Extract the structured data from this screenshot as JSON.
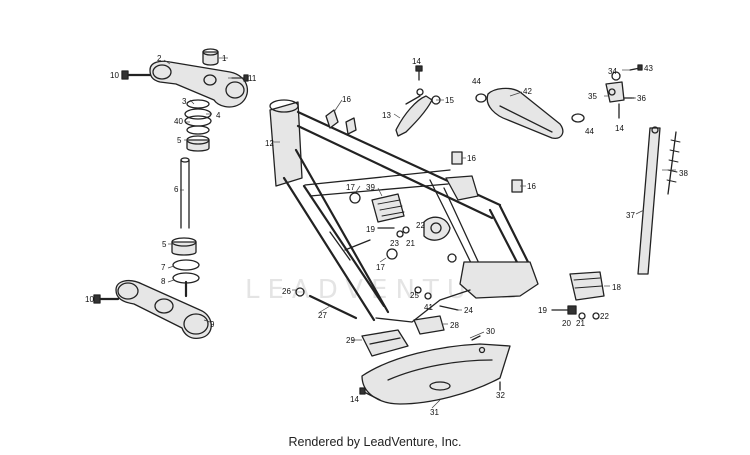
{
  "watermark": "LEADVENTURE",
  "credit": "Rendered by LeadVenture, Inc.",
  "callouts": [
    "1",
    "2",
    "10",
    "11",
    "3",
    "4",
    "40",
    "5",
    "6",
    "5",
    "7",
    "8",
    "10",
    "9",
    "12",
    "16",
    "13",
    "14",
    "15",
    "44",
    "42",
    "34",
    "43",
    "35",
    "36",
    "44",
    "14",
    "16",
    "16",
    "17",
    "39",
    "19",
    "23",
    "22",
    "21",
    "17",
    "38",
    "37",
    "26",
    "27",
    "25",
    "41",
    "24",
    "28",
    "29",
    "18",
    "19",
    "20",
    "21",
    "22",
    "30",
    "31",
    "14",
    "32"
  ]
}
